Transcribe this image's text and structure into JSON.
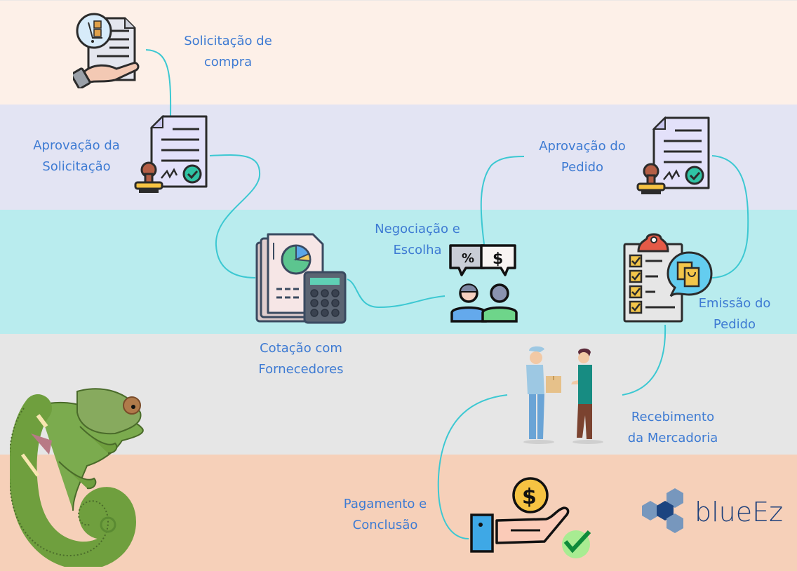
{
  "diagram": {
    "title": "Purchase process flow",
    "steps": [
      {
        "id": "solicitacao",
        "lines": [
          "Solicitação de",
          "compra"
        ],
        "icon": "purchase-request-icon"
      },
      {
        "id": "aprovacao-solicitacao",
        "lines": [
          "Aprovação da",
          "Solicitação"
        ],
        "icon": "approved-document-icon"
      },
      {
        "id": "cotacao",
        "lines": [
          "Cotação com",
          "Fornecedores"
        ],
        "icon": "quotation-calculator-icon"
      },
      {
        "id": "negociacao",
        "lines": [
          "Negociação e",
          "Escolha"
        ],
        "icon": "negotiation-icon"
      },
      {
        "id": "aprovacao-pedido",
        "lines": [
          "Aprovação do",
          "Pedido"
        ],
        "icon": "approved-document-icon"
      },
      {
        "id": "emissao",
        "lines": [
          "Emissão do",
          "Pedido"
        ],
        "icon": "order-checklist-icon"
      },
      {
        "id": "recebimento",
        "lines": [
          "Recebimento",
          "da Mercadoria"
        ],
        "icon": "delivery-handover-icon"
      },
      {
        "id": "pagamento",
        "lines": [
          "Pagamento e",
          "Conclusão"
        ],
        "icon": "payment-hand-icon"
      }
    ],
    "connector_color": "#3cc8d2",
    "label_color": "#3e7bd3",
    "band_colors": [
      "#fdf0e8",
      "#e3e4f3",
      "#b9ecee",
      "#e6e6e6",
      "#f6d0b9"
    ]
  },
  "brand": {
    "name": "blueEz",
    "mascot": "chameleon-mascot"
  }
}
